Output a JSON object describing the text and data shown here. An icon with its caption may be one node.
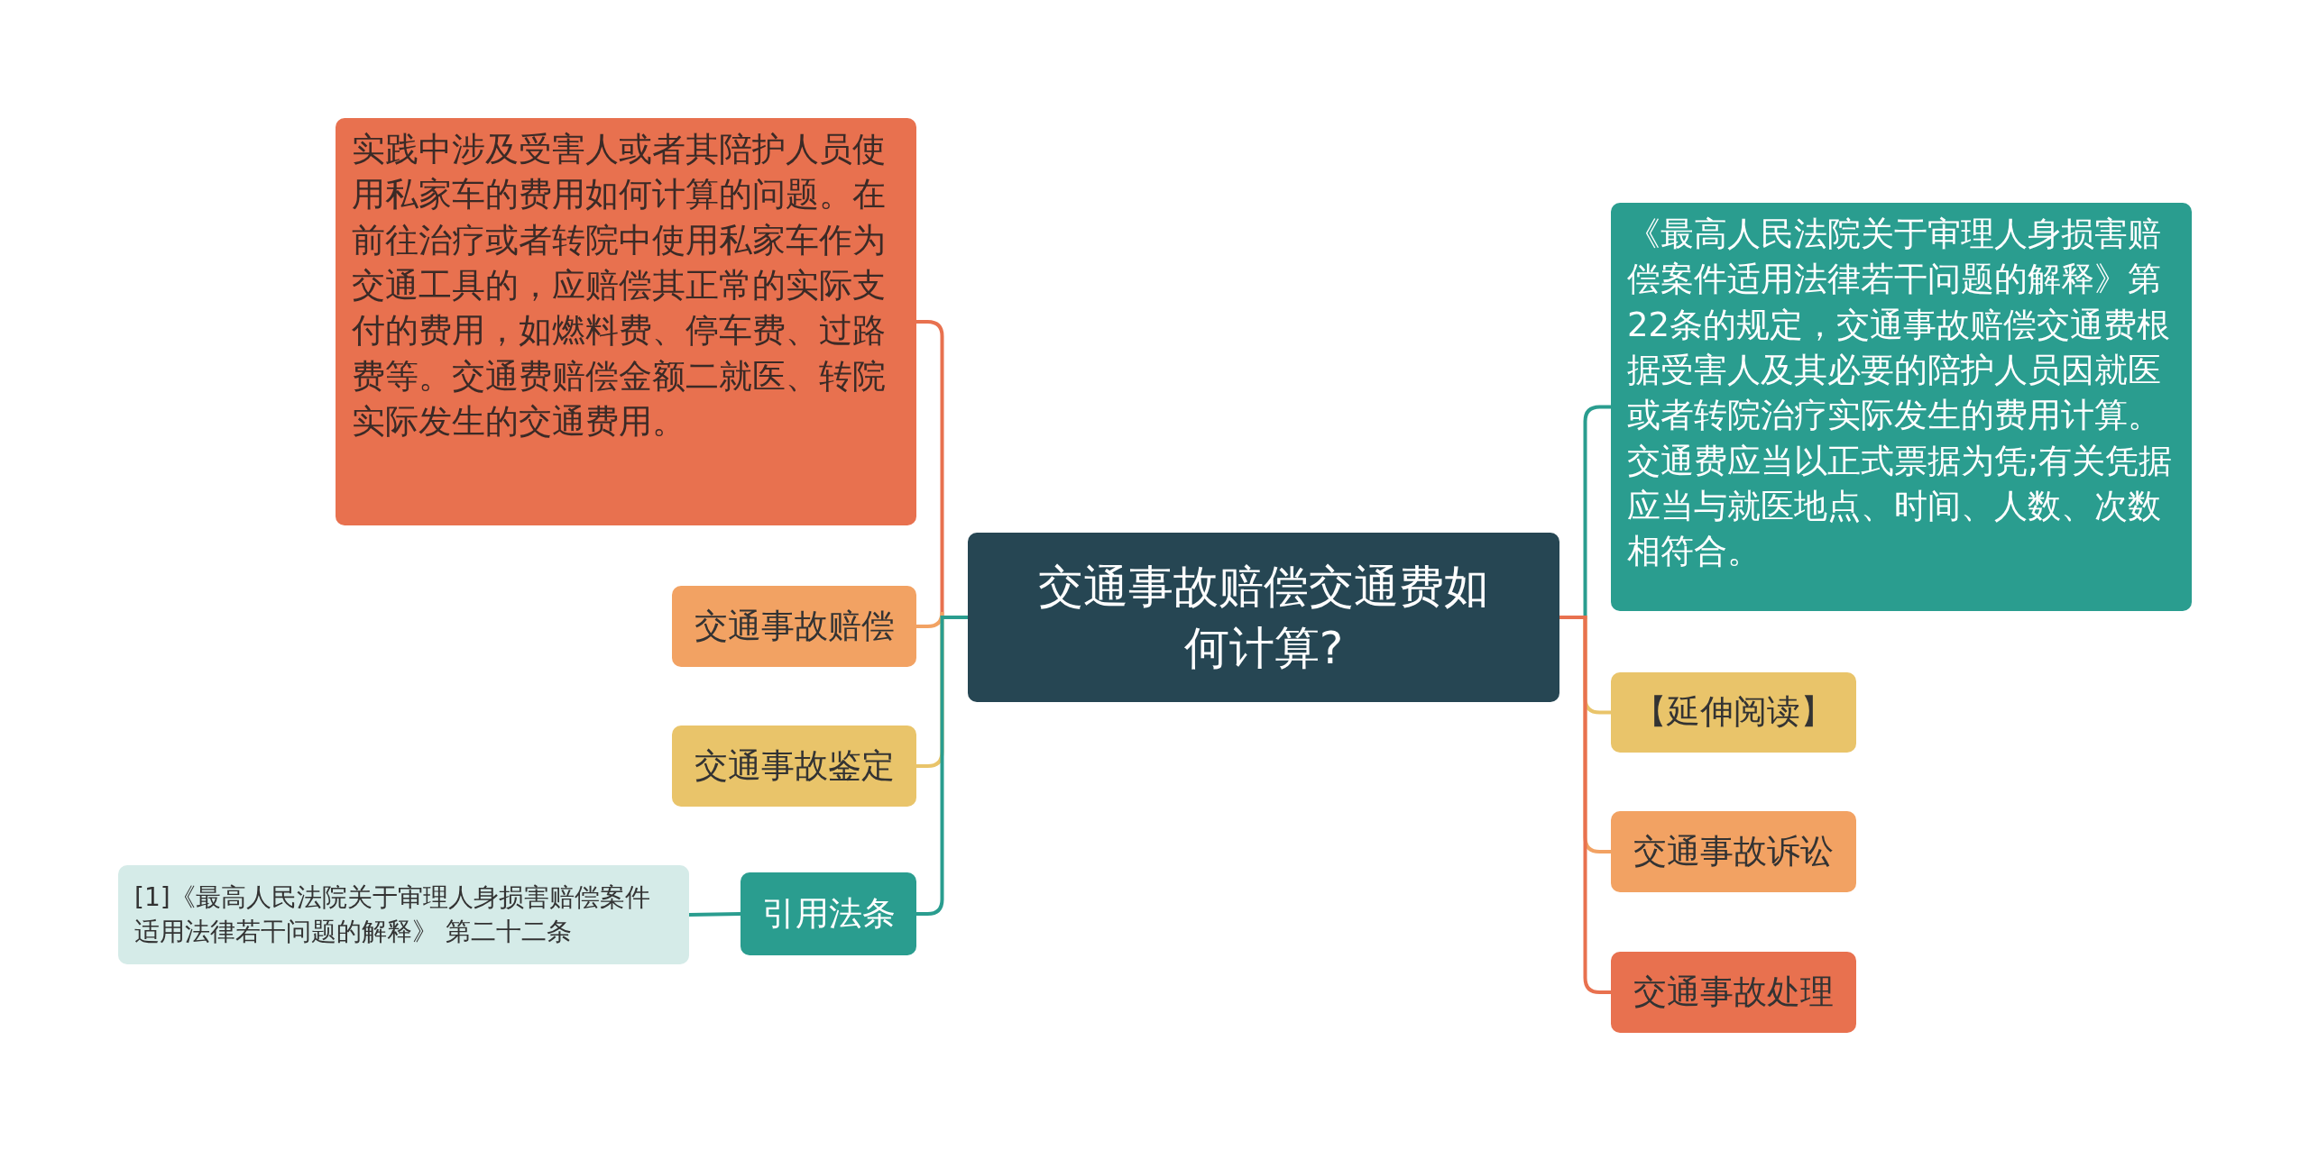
{
  "diagram": {
    "nodes": [
      {
        "text": [
          "交通事故赔偿交通费如何计算?"
        ]
      },
      {
        "text": [
          "实践中涉及受害人或者其陪护人员使用私家车的费用如何计算的问题。在前往治疗或者转院中使用私家车作为交通工具的，应赔偿其正常的实际支付的费用，如燃料费、停车费、过路费等。交通费赔偿金额二就医、转院实际发生的交通费用。"
        ]
      },
      {
        "text": [
          "交通事故赔偿"
        ]
      },
      {
        "text": [
          "交通事故鉴定"
        ]
      },
      {
        "text": [
          "引用法条"
        ]
      },
      {
        "text": [
          "[1]《最高人民法院关于审理人身损害赔偿案件适用法律若干问题的解释》 第二十二条"
        ]
      },
      {
        "text": [
          "《最高人民法院关于审理人身损害赔偿案件适用法律若干问题的解释》第22条的规定，交通事故赔偿交通费根据受害人及其必要的陪护人员因就医或者转院治疗实际发生的费用计算。交通费应当以正式票据为凭;有关凭据应当与就医地点、时间、人数、次数相符合。"
        ]
      },
      {
        "text": [
          "【延伸阅读】"
        ]
      },
      {
        "text": [
          "交通事故诉讼"
        ]
      },
      {
        "text": [
          "交通事故处理"
        ]
      }
    ],
    "edges": [
      {
        "from": 0,
        "to": 1,
        "arrow": "none",
        "color": "#e8714f"
      },
      {
        "from": 0,
        "to": 2,
        "arrow": "none",
        "color": "#f2a263"
      },
      {
        "from": 0,
        "to": 3,
        "arrow": "none",
        "color": "#e9c46a"
      },
      {
        "from": 0,
        "to": 4,
        "arrow": "none",
        "color": "#2a9d8f"
      },
      {
        "from": 4,
        "to": 5,
        "arrow": "none",
        "color": "#2a9d8f"
      },
      {
        "from": 0,
        "to": 6,
        "arrow": "none",
        "color": "#2a9d8f"
      },
      {
        "from": 0,
        "to": 7,
        "arrow": "none",
        "color": "#e9c46a"
      },
      {
        "from": 0,
        "to": 8,
        "arrow": "none",
        "color": "#f2a263"
      },
      {
        "from": 0,
        "to": 9,
        "arrow": "none",
        "color": "#e8714f"
      }
    ]
  }
}
